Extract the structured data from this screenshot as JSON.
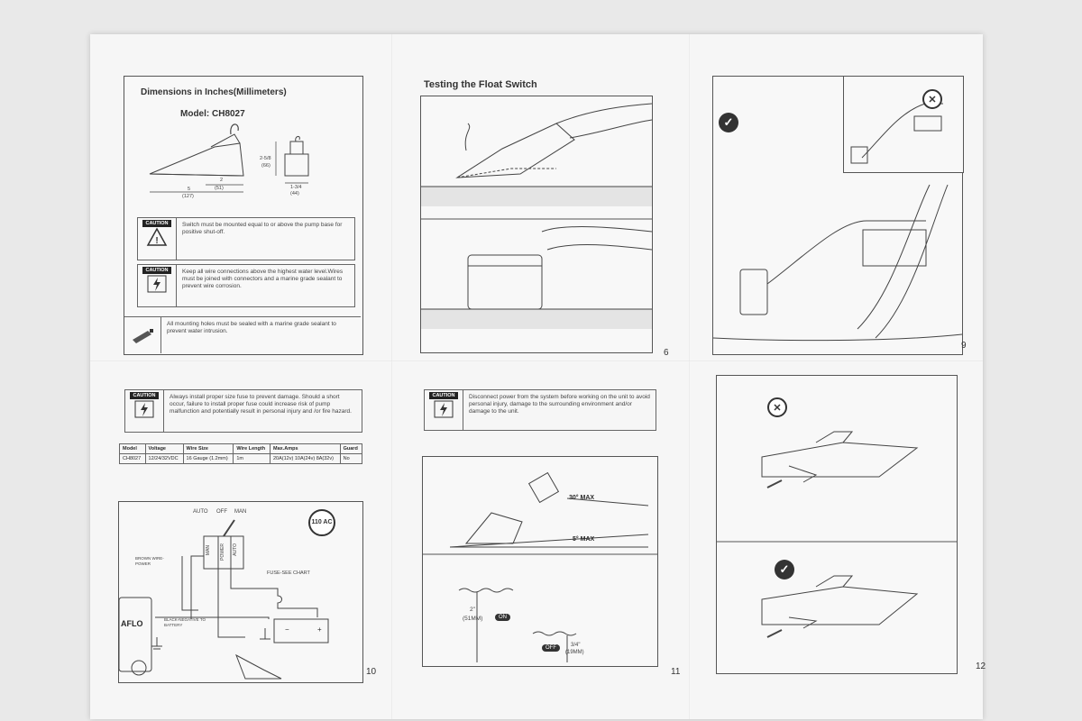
{
  "page8": {
    "title": "Dimensions in Inches(Millimeters)",
    "model": "Model: CH8027",
    "dims": {
      "height_in": "2-5/8",
      "height_mm": "(66)",
      "width_in": "1-3/4",
      "width_mm": "(44)",
      "length_in": "5",
      "length_mm": "(127)",
      "base_in": "2",
      "base_mm": "(51)"
    },
    "caution_tag": "CAUTION",
    "caution1": "Switch must be mounted equal to or above the pump base for positive shut-off.",
    "caution2": "Keep all wire connections above the highest water level.Wires must be joined with connectors and a marine grade sealant to prevent wire corrosion.",
    "sealant_note": "All mounting holes must be sealed with a marine grade sealant to prevent water intrusion."
  },
  "page6": {
    "title": "Testing the Float Switch",
    "page_number": "6"
  },
  "page9": {
    "page_number": "9",
    "check_icon": "check-circle-icon",
    "cross_icon": "cross-circle-icon"
  },
  "page10": {
    "caution_tag": "CAUTION",
    "caution": "Always install proper size fuse to prevent damage. Should a short occur, failure to install proper fuse could increase risk of pump malfunction and potentially result in personal injury and /or fire hazard.",
    "table": {
      "headers": [
        "Model",
        "Voltage",
        "Wire Size",
        "Wire Length",
        "Max.Amps",
        "Guard"
      ],
      "rows": [
        [
          "CH8027",
          "12/24/32VDC",
          "16 Gauge (1.2mm)",
          "1m",
          "20A(12v) 10A(24v) 8A(32v)",
          "No"
        ]
      ]
    },
    "badge": "110 AC",
    "switch_labels": {
      "auto": "AUTO",
      "off": "OFF",
      "man": "MAN"
    },
    "switch_panel": {
      "man": "MAN",
      "power": "POWER",
      "auto": "AUTO"
    },
    "brown_wire": "BROWN WIRE-POWER",
    "fuse": "FUSE-SEE CHART",
    "black_wire": "BLACK-NEGATIVE TO BATTERY",
    "pump_brand": "AFLO",
    "page_number": "10"
  },
  "page11": {
    "caution_tag": "CAUTION",
    "caution": "Disconnect power from the system before working on the unit to avoid personal injury, damage to the surrounding environment and/or damage to the unit.",
    "angle30": "30° MAX",
    "angle5": "5° MAX",
    "depth_in": "2\"",
    "depth_mm": "(51MM)",
    "on_label": "ON",
    "off_label": "OFF",
    "off_depth_in": "3/4\"",
    "off_depth_mm": "(19MM)",
    "page_number": "11"
  },
  "page12": {
    "page_number": "12"
  }
}
